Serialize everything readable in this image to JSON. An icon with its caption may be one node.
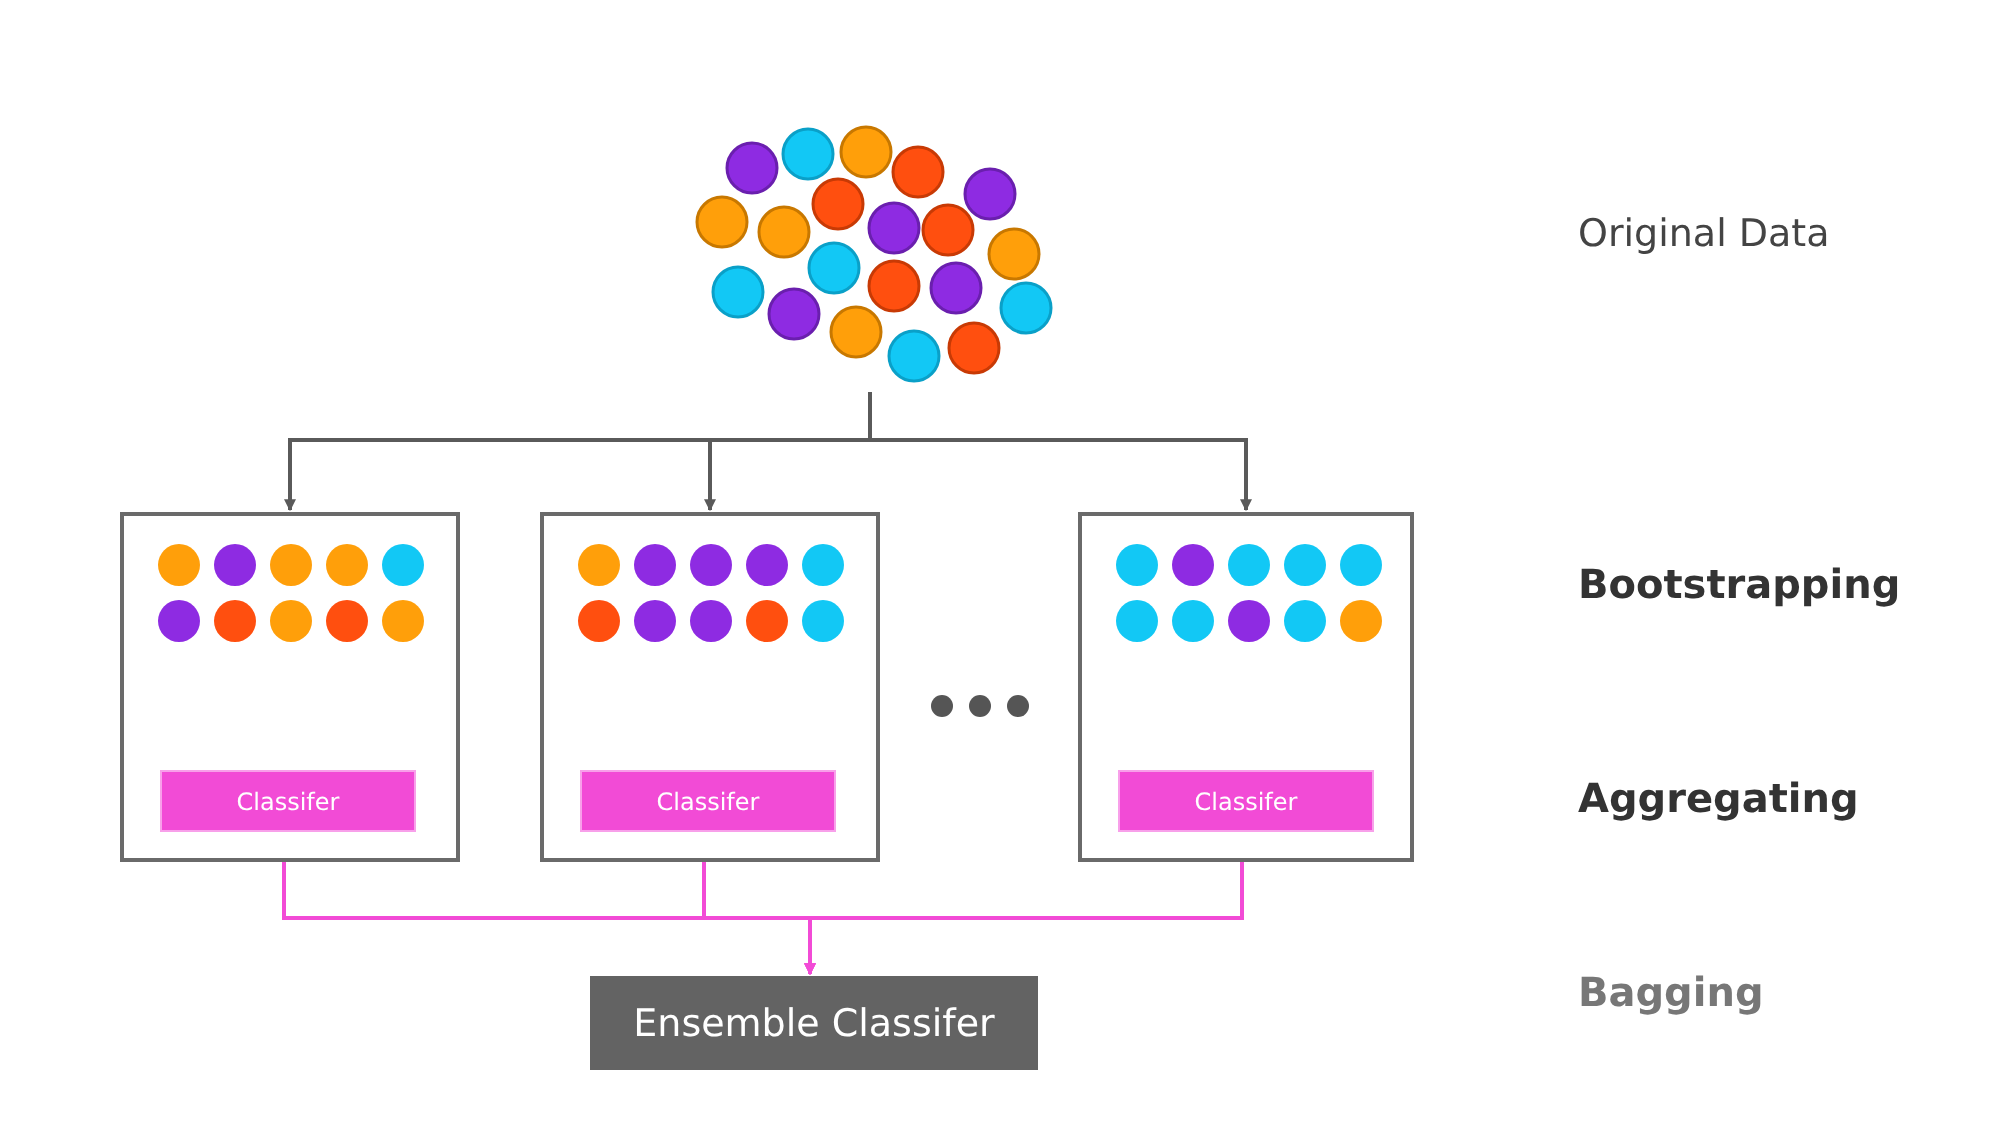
{
  "diagram": {
    "nodes": [
      {
        "text": [],
        "shape": "picture"
      },
      {
        "text": [],
        "shape": "box"
      },
      {
        "text": [],
        "shape": "box"
      },
      {
        "text": [],
        "shape": "box"
      },
      {
        "text": [
          "Classifer"
        ],
        "in": 1
      },
      {
        "text": [
          "Classifer"
        ],
        "in": 2
      },
      {
        "text": [
          "Classifer"
        ],
        "in": 3
      },
      {
        "text": [
          "Ensemble Classifer"
        ]
      }
    ],
    "edges": [
      {
        "from": 0,
        "to": 1,
        "arrow": "to",
        "color": "#5a5a5a"
      },
      {
        "from": 0,
        "to": 2,
        "arrow": "to",
        "color": "#5a5a5a"
      },
      {
        "from": 0,
        "to": 3,
        "arrow": "to",
        "color": "#5a5a5a"
      },
      {
        "from": 4,
        "to": 7,
        "arrow": "to",
        "color": "#f24bd6"
      },
      {
        "from": 5,
        "to": 7,
        "arrow": "to",
        "color": "#f24bd6"
      },
      {
        "from": 6,
        "to": 7,
        "arrow": "to",
        "color": "#f24bd6"
      }
    ],
    "labels": [
      "Original Data",
      "Bootstrapping",
      "Aggregating",
      "Bagging"
    ]
  }
}
